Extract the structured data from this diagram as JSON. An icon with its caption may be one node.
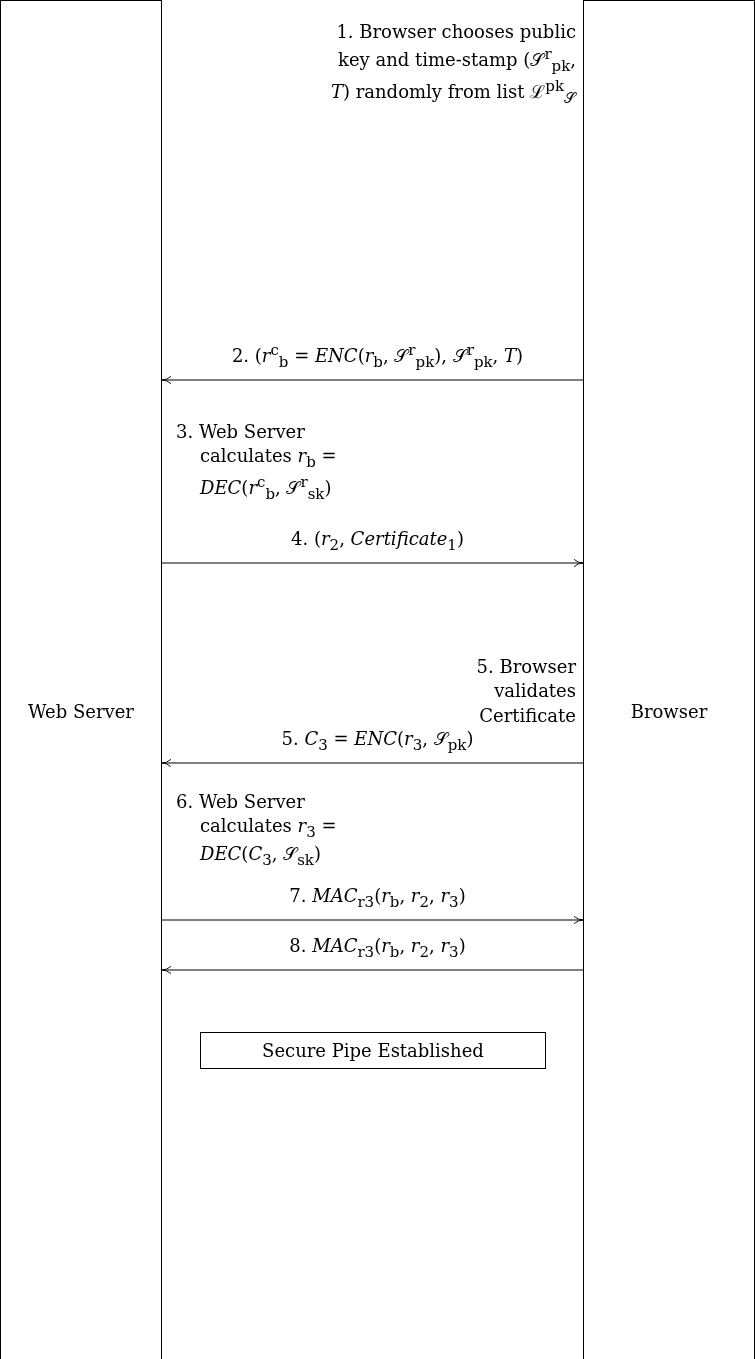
{
  "diagram": {
    "nodes": [
      {
        "text": [
          "Web Server"
        ]
      },
      {
        "text": [
          "Browser"
        ]
      },
      {
        "text": [
          "Secure Pipe Established"
        ]
      }
    ],
    "edges": [
      {
        "from": 1,
        "to": 0,
        "arrow": "to",
        "label": "2. (*r*$^{c}$$_{b}$ = *ENC*(*r*$_{b}$, 𝒮$^{r}$$_{pk}$), 𝒮$^{r}$$_{pk}$, *T*)"
      },
      {
        "from": 0,
        "to": 1,
        "arrow": "to",
        "label": "4. (*r*$_{2}$, *Certificate*$_{1}$)"
      },
      {
        "from": 1,
        "to": 0,
        "arrow": "to",
        "label": "5. *C*$_{3}$ = *ENC*(*r*$_{3}$, 𝒮$_{pk}$)"
      },
      {
        "from": 0,
        "to": 1,
        "arrow": "to",
        "label": "7. *MAC*$_{r3}$(*r*$_{b}$, *r*$_{2}$, *r*$_{3}$)"
      },
      {
        "from": 1,
        "to": 0,
        "arrow": "to",
        "label": "8. *MAC*$_{r3}$(*r*$_{b}$, *r*$_{2}$, *r*$_{3}$)"
      }
    ],
    "labels": [
      "1. Browser chooses public key and time-stamp (𝒮$^{r}$$_{pk}$, *T*) randomly from list ℒ$^{pk}$$_{𝒮}$",
      "3. Web Server calculates *r*$_{b}$ = *DEC*(*r*$^{c}$$_{b}$, 𝒮$^{r}$$_{sk}$)",
      "5. Browser validates Certificate",
      "6. Web Server calculates *r*$_{3}$ = *DEC*(*C*$_{3}$, 𝒮$_{sk}$)"
    ]
  }
}
